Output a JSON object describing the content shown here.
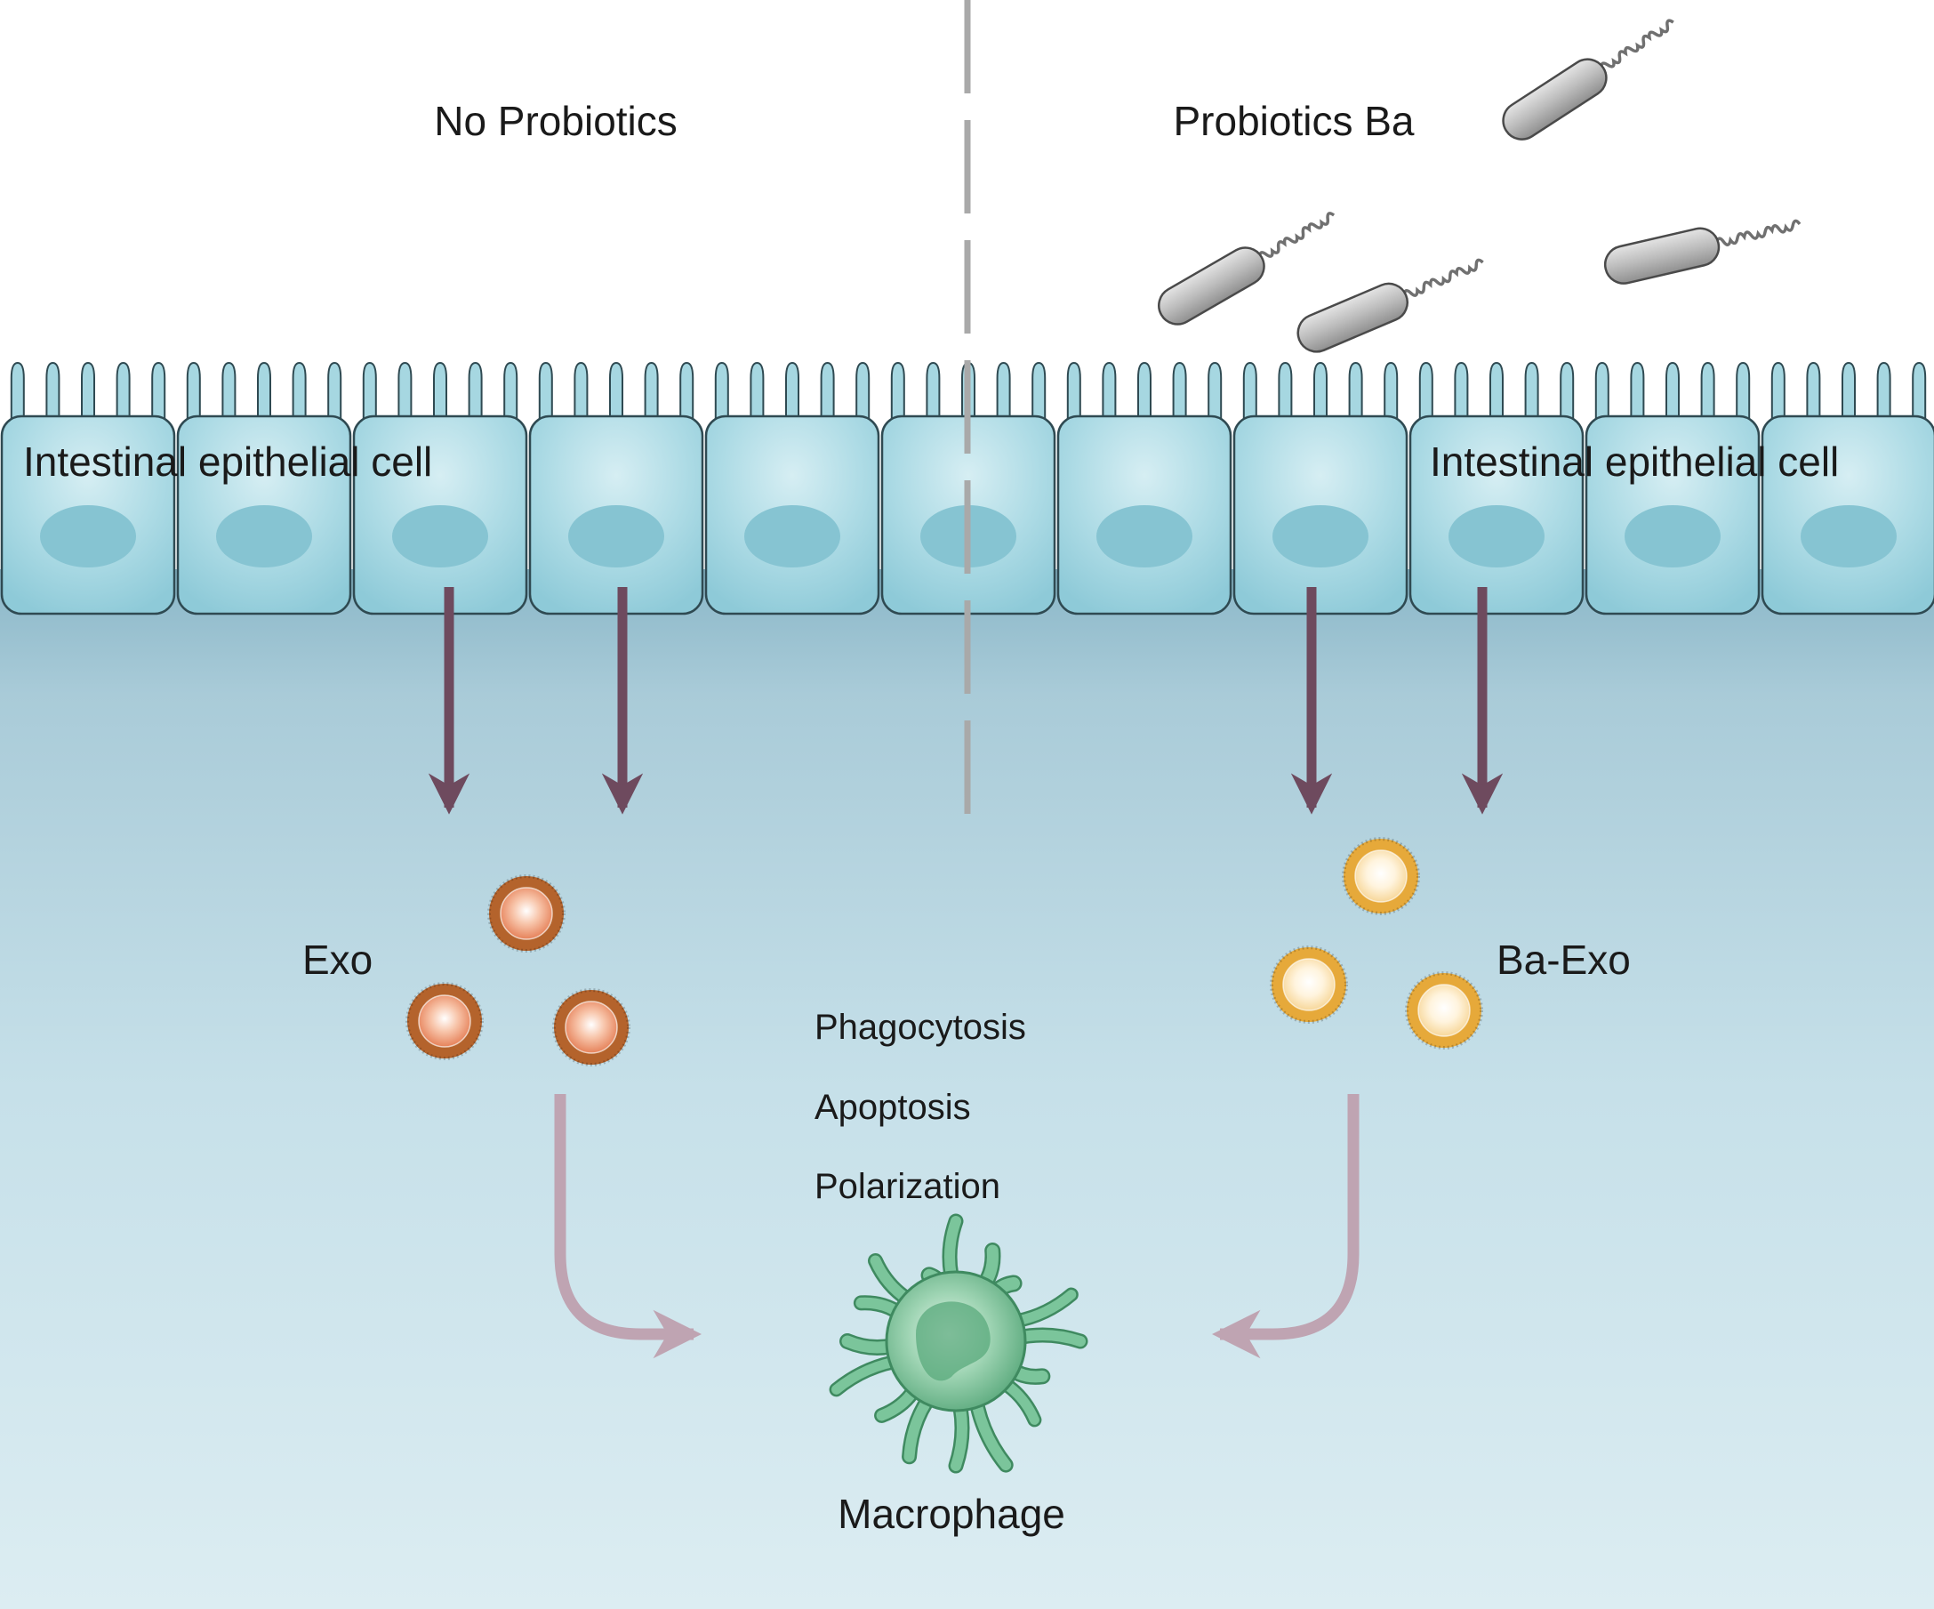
{
  "labels": {
    "left_title": "No Probiotics",
    "right_title": "Probiotics Ba",
    "cell_left": "Intestinal epithelial cell",
    "cell_right": "Intestinal epithelial cell",
    "exo": "Exo",
    "ba_exo": "Ba-Exo",
    "effect_1": "Phagocytosis",
    "effect_2": "Apoptosis",
    "effect_3": "Polarization",
    "macrophage": "Macrophage"
  },
  "colors": {
    "cell_fill": "#a6d7e1",
    "nucleus": "#86c4d2",
    "secretion_arrow": "#6e4a5e",
    "uptake_arrow": "#bfa4b2",
    "exo_ring": "#b4632c",
    "ba_exo_ring": "#e6a93a",
    "macrophage": "#7bc59b",
    "bacterium": "#b8b8b8",
    "divider": "#a9a9a9"
  }
}
